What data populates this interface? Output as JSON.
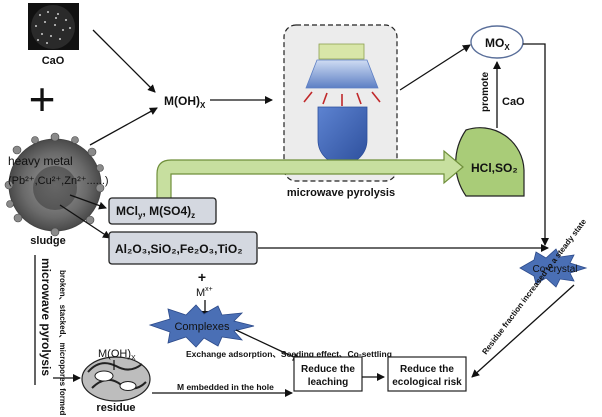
{
  "inputs": {
    "cao_label": "CaO",
    "plus_sign": "+",
    "heavy_metal_title": "heavy metal",
    "heavy_metal_ions": "(Pb²⁺,Cu²⁺,Zn²⁺......)",
    "sludge_label": "sludge"
  },
  "compounds": {
    "m_oh_x": "M(OH)",
    "m_oh_x_sub": "X",
    "mcl_box": "MCl",
    "mcl_box_sub": "y",
    "mcl_box_rest": ", M(SO4)",
    "mcl_box_rest_sub": "z",
    "oxides_box": "Al₂O₃,SiO₂,Fe₂O₃,TiO₂",
    "mo_x": "MO",
    "mo_x_sub": "X",
    "hcl_so2": "HCl,SO₂",
    "promote": "promote",
    "cao_small": "CaO",
    "plus_small": "+",
    "m_x_plus": "M",
    "m_x_plus_sup": "x+"
  },
  "process": {
    "microwave_pyrolysis": "microwave pyrolysis",
    "microwave_pyrolysis_vertical": "microwave pyrolysis",
    "broken_note": "broken、stacked、micropores formed"
  },
  "products": {
    "co_crystal": "Co-crystal",
    "complexes": "Complexes",
    "mechanisms": "Exchange adsorption、Seeding effect、Co-settling",
    "residue_moh": "M(OH)",
    "residue_moh_sub": "X",
    "residue": "residue",
    "m_embedded": "M embedded in the hole",
    "residue_fraction": "Residue fraction increased to a steady state"
  },
  "outcomes": {
    "reduce_leaching_line1": "Reduce the",
    "reduce_leaching_line2": "leaching",
    "reduce_risk_line1": "Reduce the",
    "reduce_risk_line2": "ecological risk"
  },
  "colors": {
    "box_fill": "#d4d8e0",
    "green_arrow": "#c7df9f",
    "green_stroke": "#6f8f3a",
    "blue_burst": "#4a6fb5",
    "emitter": "#3a5fae"
  }
}
